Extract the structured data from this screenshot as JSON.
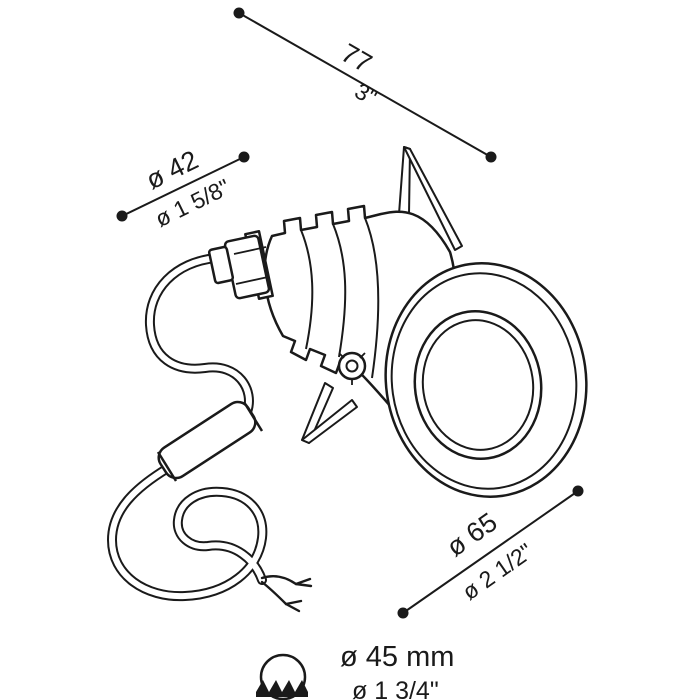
{
  "colors": {
    "line": "#1a1a1a",
    "background": "#ffffff"
  },
  "dimensions": {
    "length": {
      "metric": "77",
      "imperial": "3\""
    },
    "gland_diameter": {
      "metric": "ø 42",
      "imperial": "ø 1 5/8\""
    },
    "bezel_diameter": {
      "metric": "ø 65",
      "imperial": "ø 2 1/2\""
    },
    "cutout": {
      "metric": "ø 45 mm",
      "imperial": "ø 1 3/4\""
    }
  }
}
